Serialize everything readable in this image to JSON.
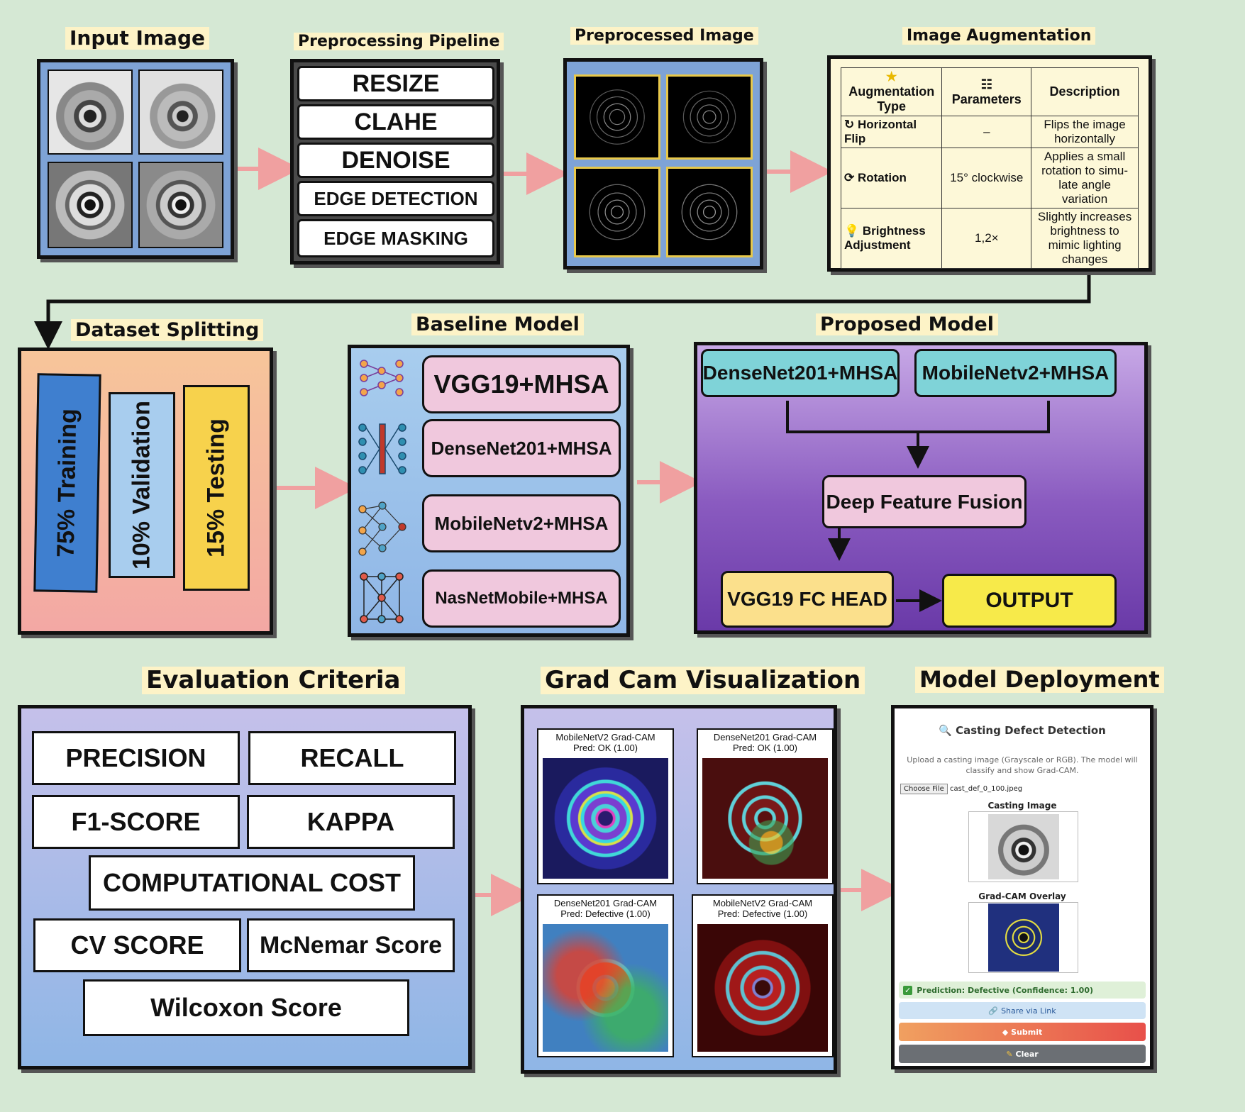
{
  "titles": {
    "input_image": "Input Image",
    "preprocessing_pipeline": "Preprocessing Pipeline",
    "preprocessed_image": "Preprocessed Image",
    "image_augmentation": "Image Augmentation",
    "dataset_splitting": "Dataset Splitting",
    "baseline_model": "Baseline Model",
    "proposed_model": "Proposed Model",
    "evaluation_criteria": "Evaluation Criteria",
    "grad_cam": "Grad Cam Visualization",
    "model_deployment": "Model Deployment"
  },
  "pipeline": [
    "RESIZE",
    "CLAHE",
    "DENOISE",
    "EDGE DETECTION",
    "EDGE MASKING"
  ],
  "augmentation": {
    "headers": [
      "Augmentation Type",
      "Parameters",
      "Description"
    ],
    "rows": [
      {
        "type": "Horizontal Flip",
        "param": "–",
        "desc": "Flips the image horizontally"
      },
      {
        "type": "Rotation",
        "param": "15° clockwise",
        "desc": "Applies a small rotation to simu-late angle variation"
      },
      {
        "type": "Brightness Adjustment",
        "param": "1,2×",
        "desc": "Slightly increases brightness to mimic lighting changes"
      }
    ]
  },
  "splits": [
    "75% Training",
    "10% Validation",
    "15% Testing"
  ],
  "baseline_models": [
    "VGG19+MHSA",
    "DenseNet201+MHSA",
    "MobileNetv2+MHSA",
    "NasNetMobile+MHSA"
  ],
  "proposed": {
    "branch_a": "DenseNet201+MHSA",
    "branch_b": "MobileNetv2+MHSA",
    "fusion": "Deep Feature Fusion",
    "head": "VGG19 FC HEAD",
    "output": "OUTPUT"
  },
  "metrics": [
    "PRECISION",
    "RECALL",
    "F1-SCORE",
    "KAPPA",
    "COMPUTATIONAL COST",
    "CV SCORE",
    "McNemar Score",
    "Wilcoxon Score"
  ],
  "gradcam": [
    {
      "model": "MobileNetV2 Grad-CAM",
      "pred": "Pred: OK (1.00)"
    },
    {
      "model": "DenseNet201 Grad-CAM",
      "pred": "Pred: OK (1.00)"
    },
    {
      "model": "DenseNet201 Grad-CAM",
      "pred": "Pred: Defective (1.00)"
    },
    {
      "model": "MobileNetV2 Grad-CAM",
      "pred": "Pred: Defective (1.00)"
    }
  ],
  "deployment": {
    "app_title": "Casting Defect Detection",
    "description": "Upload a casting image (Grayscale or RGB). The model will classify and show Grad-CAM.",
    "choose_file": "Choose File",
    "file_name": "cast_def_0_100.jpeg",
    "casting_image_label": "Casting Image",
    "overlay_label": "Grad-CAM Overlay",
    "prediction": "Prediction: Defective (Confidence: 1.00)",
    "share": "Share via Link",
    "submit": "Submit",
    "clear": "Clear"
  },
  "colors": {
    "background": "#d5e8d4",
    "title_bg": "#fdf3c7",
    "arrow": "#f0a0a0",
    "blue_panel": "#7ea3d6",
    "purple_panel": "#8a5bc0",
    "split_training": "#3f7fcf",
    "split_validation": "#a8cdee",
    "split_testing": "#f7d24c",
    "model_pink": "#f0c8dd",
    "model_cyan": "#7fd3d8",
    "output_yellow": "#f7ea4a"
  }
}
